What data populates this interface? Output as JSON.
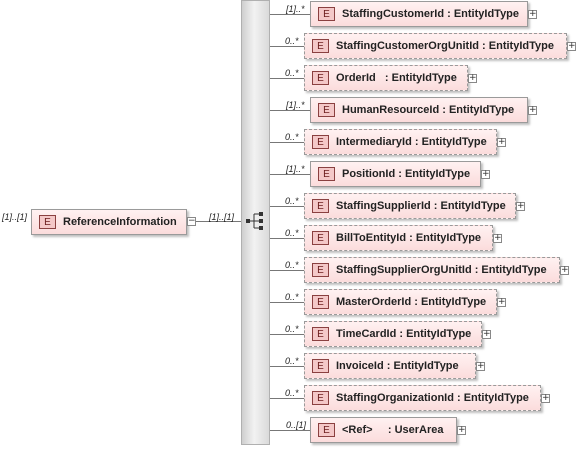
{
  "root": {
    "cardinality": "[1]..[1]",
    "badge": "E",
    "name": "ReferenceInformation",
    "toggle": "−"
  },
  "sequence": {
    "cardinality": "[1]..[1]",
    "icon": "sequence-icon"
  },
  "children": [
    {
      "cardinality": "[1]..*",
      "badge": "E",
      "label": "StaffingCustomerId : EntityIdType",
      "optional": false,
      "toggle": "+"
    },
    {
      "cardinality": "0..*",
      "badge": "E",
      "label": "StaffingCustomerOrgUnitId : EntityIdType",
      "optional": true,
      "toggle": "+"
    },
    {
      "cardinality": "0..*",
      "badge": "E",
      "label": "OrderId   : EntityIdType",
      "optional": true,
      "toggle": "+"
    },
    {
      "cardinality": "[1]..*",
      "badge": "E",
      "label": "HumanResourceId : EntityIdType",
      "optional": false,
      "toggle": "+"
    },
    {
      "cardinality": "0..*",
      "badge": "E",
      "label": "IntermediaryId : EntityIdType",
      "optional": true,
      "toggle": "+"
    },
    {
      "cardinality": "[1]..*",
      "badge": "E",
      "label": "PositionId : EntityIdType",
      "optional": false,
      "toggle": "+"
    },
    {
      "cardinality": "0..*",
      "badge": "E",
      "label": "StaffingSupplierId : EntityIdType",
      "optional": true,
      "toggle": "+"
    },
    {
      "cardinality": "0..*",
      "badge": "E",
      "label": "BillToEntityId : EntityIdType",
      "optional": true,
      "toggle": "+"
    },
    {
      "cardinality": "0..*",
      "badge": "E",
      "label": "StaffingSupplierOrgUnitId : EntityIdType",
      "optional": true,
      "toggle": "+"
    },
    {
      "cardinality": "0..*",
      "badge": "E",
      "label": "MasterOrderId : EntityIdType",
      "optional": true,
      "toggle": "+"
    },
    {
      "cardinality": "0..*",
      "badge": "E",
      "label": "TimeCardId : EntityIdType",
      "optional": true,
      "toggle": "+"
    },
    {
      "cardinality": "0..*",
      "badge": "E",
      "label": "InvoiceId : EntityIdType",
      "optional": true,
      "toggle": "+"
    },
    {
      "cardinality": "0..*",
      "badge": "E",
      "label": "StaffingOrganizationId : EntityIdType",
      "optional": true,
      "toggle": "+"
    },
    {
      "cardinality": "0..[1]",
      "badge": "E",
      "label": "<Ref>     : UserArea",
      "optional": false,
      "toggle": "+"
    }
  ]
}
